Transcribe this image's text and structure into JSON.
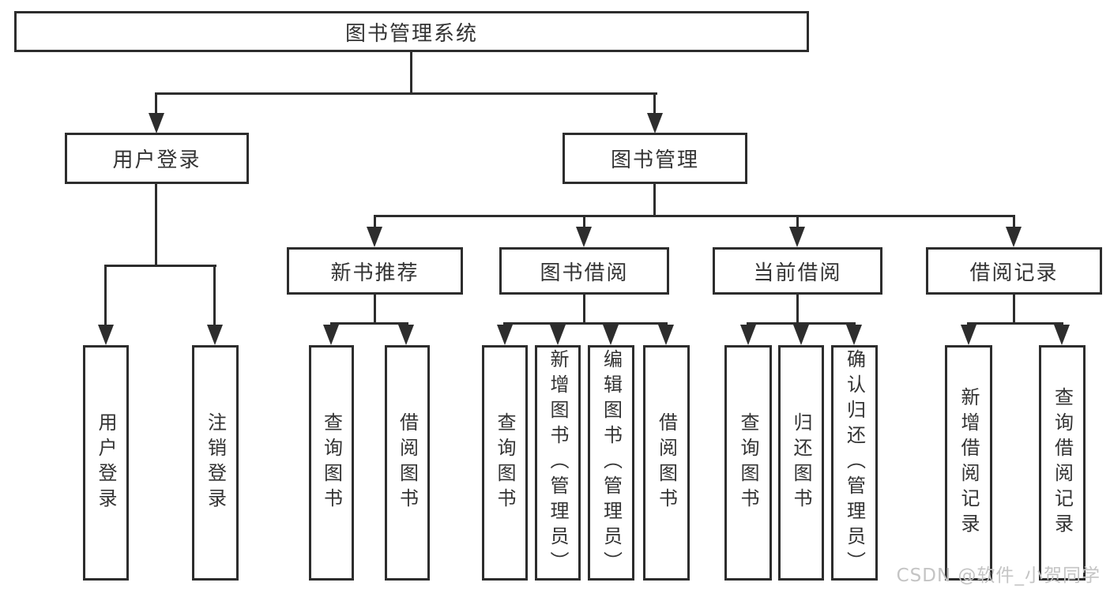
{
  "diagram": {
    "watermark": "CSDN @软件_小贺同学",
    "colors": {
      "line": "#2d2d2d",
      "text": "#333333",
      "background": "#ffffff",
      "watermark": "#c4c4c4"
    }
  },
  "tree": {
    "root": {
      "label": "图书管理系统",
      "children": [
        {
          "label": "用户登录",
          "children": [
            {
              "label": "用户登录"
            },
            {
              "label": "注销登录"
            }
          ]
        },
        {
          "label": "图书管理",
          "children": [
            {
              "label": "新书推荐",
              "children": [
                {
                  "label": "查询图书"
                },
                {
                  "label": "借阅图书"
                }
              ]
            },
            {
              "label": "图书借阅",
              "children": [
                {
                  "label": "查询图书"
                },
                {
                  "label": "新增图书（管理员）"
                },
                {
                  "label": "编辑图书（管理员）"
                },
                {
                  "label": "借阅图书"
                }
              ]
            },
            {
              "label": "当前借阅",
              "children": [
                {
                  "label": "查询图书"
                },
                {
                  "label": "归还图书"
                },
                {
                  "label": "确认归还（管理员）"
                }
              ]
            },
            {
              "label": "借阅记录",
              "children": [
                {
                  "label": "新增借阅记录"
                },
                {
                  "label": "查询借阅记录"
                }
              ]
            }
          ]
        }
      ]
    }
  }
}
